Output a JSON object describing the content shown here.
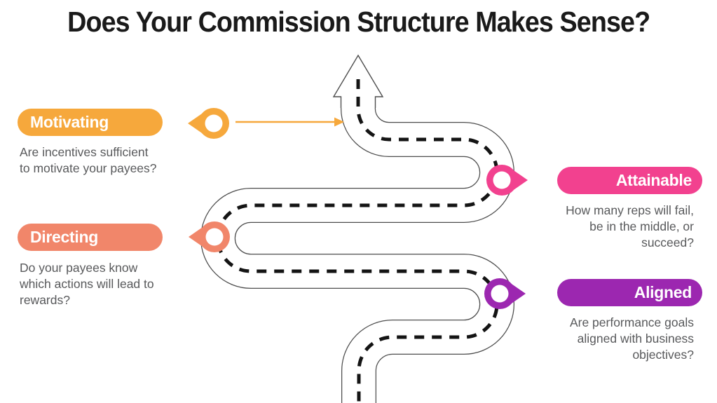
{
  "title": "Does Your Commission Structure Makes Sense?",
  "items": [
    {
      "id": "motivating",
      "label": "Motivating",
      "description": "Are incentives sufficient\nto motivate your payees?",
      "color": "#F6A83C",
      "side": "left"
    },
    {
      "id": "directing",
      "label": "Directing",
      "description": "Do your payees know\nwhich actions will lead to\nrewards?",
      "color": "#F1866A",
      "side": "left"
    },
    {
      "id": "attainable",
      "label": "Attainable",
      "description": "How many reps will fail,\nbe in the middle, or\nsucceed?",
      "color": "#F2418F",
      "side": "right"
    },
    {
      "id": "aligned",
      "label": "Aligned",
      "description": "Are performance goals\naligned with business\nobjectives?",
      "color": "#9C27B0",
      "side": "right"
    }
  ],
  "colors": {
    "title_text": "#1a1a1a",
    "body_text": "#58595b",
    "road_outline": "#4d4d4d",
    "road_surface": "#ffffff",
    "road_dash": "#141414"
  }
}
